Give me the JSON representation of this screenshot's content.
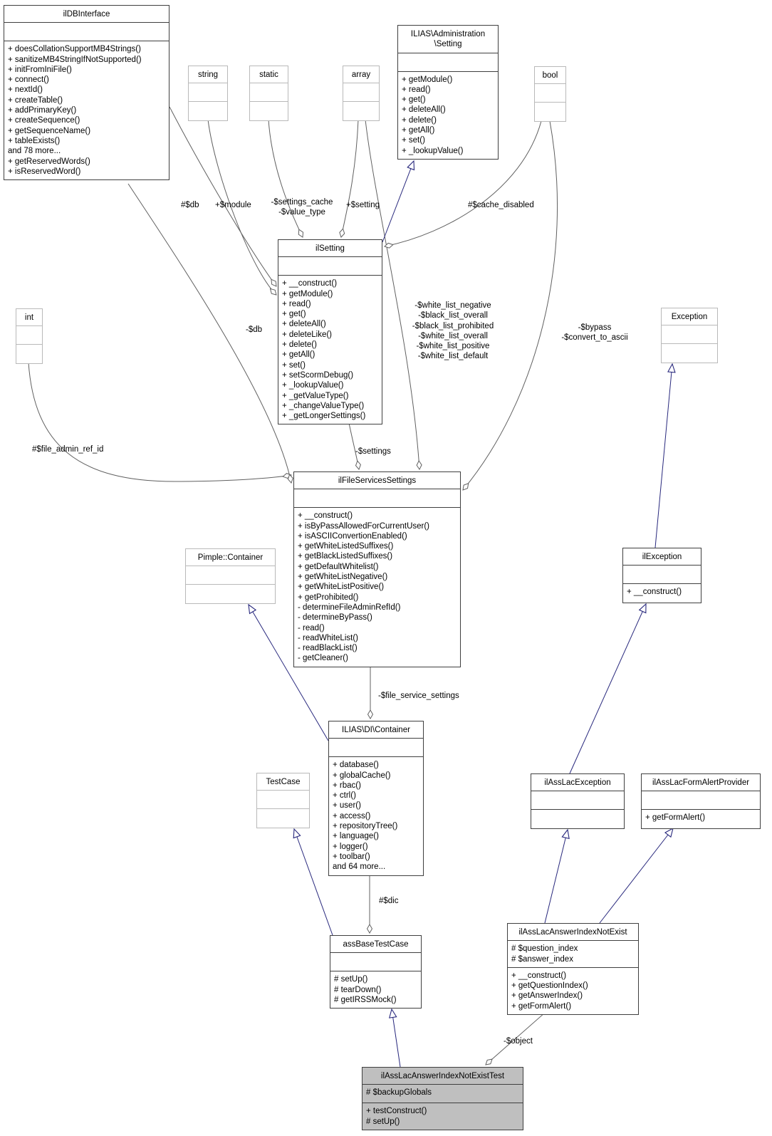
{
  "diagram_title": "UML collaboration diagram for ilAssLacAnswerIndexNotExistTest",
  "colors": {
    "association_edge": "#606060",
    "inheritance_edge": "#28287d",
    "class_border": "#3f3f3f",
    "external_border": "#b9b9b9",
    "highlight_background": "#bfbfbf"
  },
  "classes": [
    {
      "id": "ildbinterface",
      "title": "ilDBInterface",
      "attrs": [],
      "methods": [
        "+ doesCollationSupportMB4Strings()",
        "+ sanitizeMB4StringIfNotSupported()",
        "+ initFromIniFile()",
        "+ connect()",
        "+ nextId()",
        "+ createTable()",
        "+ addPrimaryKey()",
        "+ createSequence()",
        "+ getSequenceName()",
        "+ tableExists()",
        "and 78 more...",
        "+ getReservedWords()",
        "+ isReservedWord()"
      ]
    },
    {
      "id": "administration-setting",
      "title_lines": [
        "ILIAS\\Administration",
        "\\Setting"
      ],
      "attrs": [],
      "methods": [
        "+ getModule()",
        "+ read()",
        "+ get()",
        "+ deleteAll()",
        "+ delete()",
        "+ getAll()",
        "+ set()",
        "+ _lookupValue()"
      ]
    },
    {
      "id": "string",
      "title": "string",
      "attrs": [],
      "methods": []
    },
    {
      "id": "static",
      "title": "static",
      "attrs": [],
      "methods": []
    },
    {
      "id": "array",
      "title": "array",
      "attrs": [],
      "methods": []
    },
    {
      "id": "bool",
      "title": "bool",
      "attrs": [],
      "methods": []
    },
    {
      "id": "ilsetting",
      "title": "ilSetting",
      "attrs": [],
      "methods": [
        "+ __construct()",
        "+ getModule()",
        "+ read()",
        "+ get()",
        "+ deleteAll()",
        "+ deleteLike()",
        "+ delete()",
        "+ getAll()",
        "+ set()",
        "+ setScormDebug()",
        "+ _lookupValue()",
        "+ _getValueType()",
        "+ _changeValueType()",
        "+ _getLongerSettings()"
      ]
    },
    {
      "id": "int",
      "title": "int",
      "attrs": [],
      "methods": []
    },
    {
      "id": "exception",
      "title": "Exception",
      "attrs": [],
      "methods": []
    },
    {
      "id": "ilfileservicessettings",
      "title": "ilFileServicesSettings",
      "attrs": [],
      "methods": [
        "+ __construct()",
        "+ isByPassAllowedForCurrentUser()",
        "+ isASCIIConvertionEnabled()",
        "+ getWhiteListedSuffixes()",
        "+ getBlackListedSuffixes()",
        "+ getDefaultWhitelist()",
        "+ getWhiteListNegative()",
        "+ getWhiteListPositive()",
        "+ getProhibited()",
        "- determineFileAdminRefId()",
        "- determineByPass()",
        "- read()",
        "- readWhiteList()",
        "- readBlackList()",
        "- getCleaner()"
      ]
    },
    {
      "id": "pimple-container",
      "title": "Pimple::Container",
      "attrs": [],
      "methods": []
    },
    {
      "id": "ilexception",
      "title": "ilException",
      "attrs": [],
      "methods": [
        "+ __construct()"
      ]
    },
    {
      "id": "di-container",
      "title": "ILIAS\\DI\\Container",
      "attrs": [],
      "methods": [
        "+ database()",
        "+ globalCache()",
        "+ rbac()",
        "+ ctrl()",
        "+ user()",
        "+ access()",
        "+ repositoryTree()",
        "+ language()",
        "+ logger()",
        "+ toolbar()",
        "and 64 more..."
      ]
    },
    {
      "id": "testcase",
      "title": "TestCase",
      "attrs": [],
      "methods": []
    },
    {
      "id": "ilasslacexception",
      "title": "ilAssLacException",
      "attrs": [],
      "methods": []
    },
    {
      "id": "ilasslacformalertprovider",
      "title": "ilAssLacFormAlertProvider",
      "attrs": [],
      "methods": [
        "+ getFormAlert()"
      ]
    },
    {
      "id": "assbasetestcase",
      "title": "assBaseTestCase",
      "attrs": [],
      "methods": [
        "# setUp()",
        "# tearDown()",
        "# getIRSSMock()"
      ]
    },
    {
      "id": "ilasslacanswerindexnotexist",
      "title": "ilAssLacAnswerIndexNotExist",
      "attrs": [
        "# $question_index",
        "# $answer_index"
      ],
      "methods": [
        "+ __construct()",
        "+ getQuestionIndex()",
        "+ getAnswerIndex()",
        "+ getFormAlert()"
      ]
    },
    {
      "id": "ilasslacanswerindexnotexisttest",
      "title": "ilAssLacAnswerIndexNotExistTest",
      "attrs": [
        "# $backupGlobals"
      ],
      "methods": [
        "+ testConstruct()",
        "# setUp()"
      ]
    }
  ],
  "labels": [
    {
      "id": "db-setting",
      "text": "#$db"
    },
    {
      "id": "module",
      "text": "+$module"
    },
    {
      "id": "settings-cache",
      "lines": [
        "-$settings_cache",
        "-$value_type"
      ]
    },
    {
      "id": "setting",
      "text": "+$setting"
    },
    {
      "id": "cache-disabled",
      "text": "#$cache_disabled"
    },
    {
      "id": "db-fss",
      "text": "-$db"
    },
    {
      "id": "white-lists",
      "lines": [
        "-$white_list_negative",
        "-$black_list_overall",
        "-$black_list_prohibited",
        "-$white_list_overall",
        "-$white_list_positive",
        "-$white_list_default"
      ]
    },
    {
      "id": "bypass",
      "lines": [
        "-$bypass",
        "-$convert_to_ascii"
      ]
    },
    {
      "id": "file-admin-ref-id",
      "text": "#$file_admin_ref_id"
    },
    {
      "id": "settings",
      "text": "-$settings"
    },
    {
      "id": "file-service-settings",
      "text": "-$file_service_settings"
    },
    {
      "id": "dic",
      "text": "#$dic"
    },
    {
      "id": "object",
      "text": "-$object"
    }
  ]
}
